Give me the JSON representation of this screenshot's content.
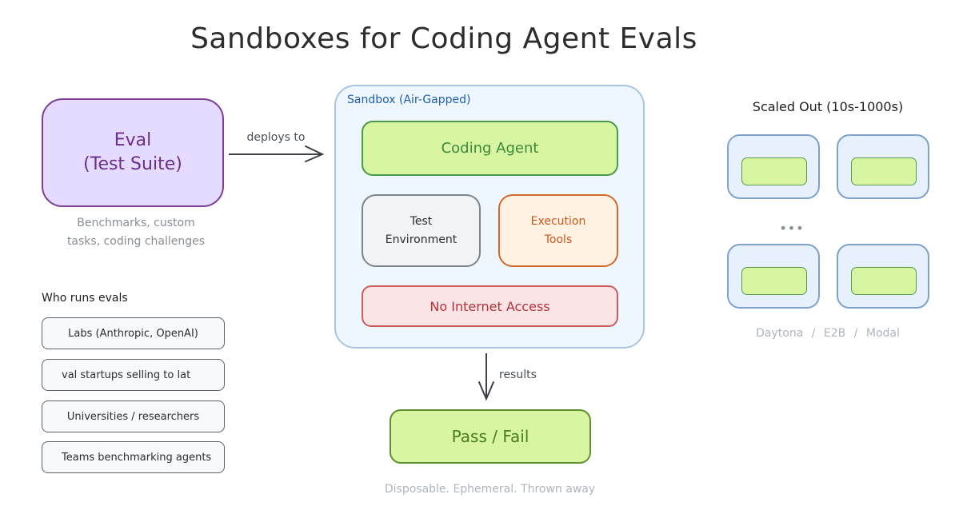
{
  "title": "Sandboxes for Coding Agent Evals",
  "eval": {
    "line1": "Eval",
    "line2": "(Test Suite)",
    "caption_line1": "Benchmarks, custom",
    "caption_line2": "tasks, coding challenges"
  },
  "edges": {
    "deploy_label": "deploys to",
    "results_label": "results"
  },
  "sandbox": {
    "label": "Sandbox (Air-Gapped)",
    "coding_agent": "Coding Agent",
    "test_env_line1": "Test",
    "test_env_line2": "Environment",
    "exec_tools_line1": "Execution",
    "exec_tools_line2": "Tools",
    "no_internet": "No Internet Access"
  },
  "result": {
    "pass_fail": "Pass / Fail",
    "caption": "Disposable. Ephemeral. Thrown away"
  },
  "who_runs": {
    "title": "Who runs evals",
    "items": [
      "Labs (Anthropic, OpenAI)",
      "val startups selling to lat",
      "Universities / researchers",
      "Teams benchmarking agents"
    ]
  },
  "scaled_out": {
    "title": "Scaled Out (10s-1000s)",
    "ellipsis": "•••",
    "providers": "Daytona / E2B / Modal"
  },
  "colors": {
    "eval_fill": "#e5dbff",
    "eval_stroke": "#7b3f98",
    "sandbox_fill": "#eef6fe",
    "sandbox_stroke": "#a9c5e0",
    "agent_fill": "#d8f5a2",
    "agent_stroke": "#4a9a4a",
    "test_env_fill": "#f1f3f5",
    "exec_tools_fill": "#fff2e3",
    "exec_tools_stroke": "#d2692a",
    "no_internet_fill": "#fbe4e6",
    "no_internet_stroke": "#cf5b5b"
  }
}
